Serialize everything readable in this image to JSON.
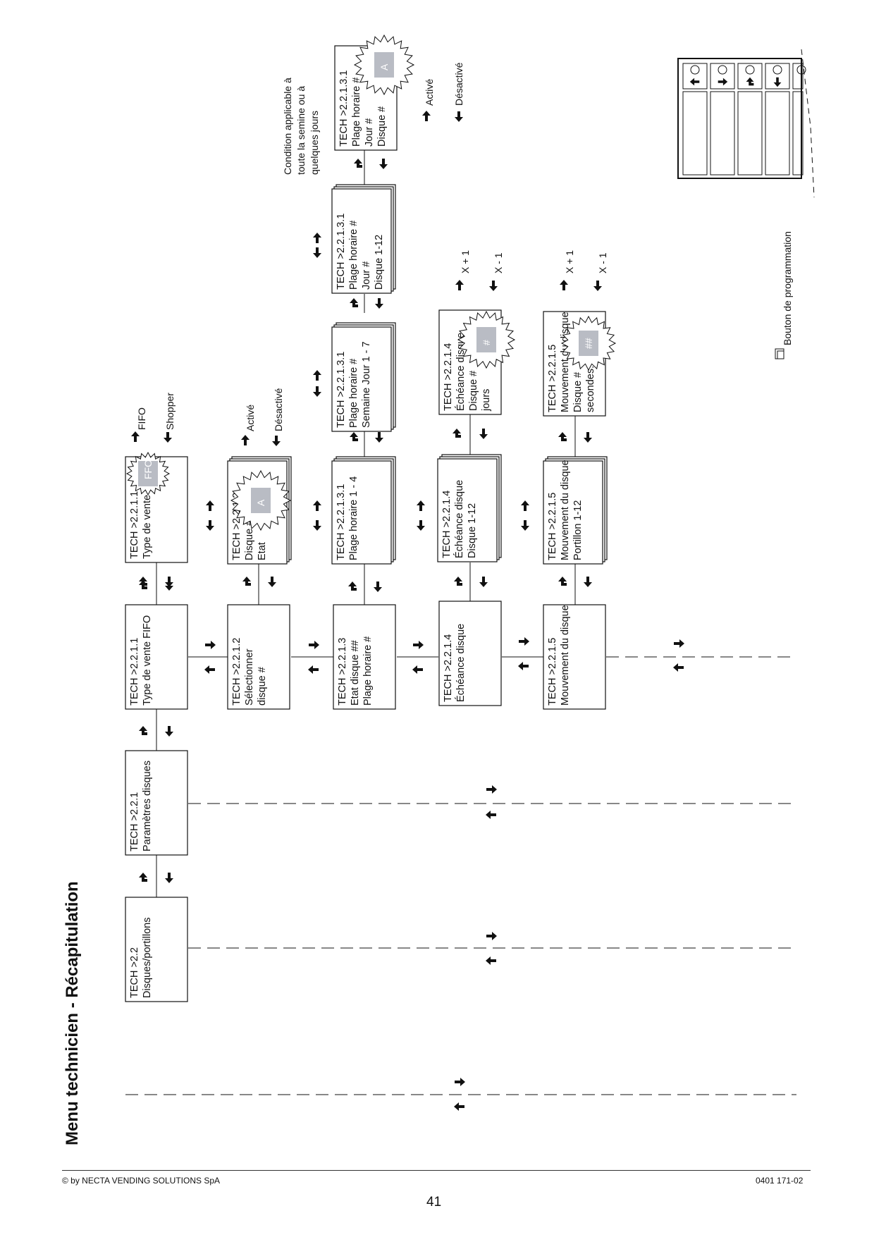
{
  "page_title": "Menu technicien - Récapitulation",
  "footer": {
    "copyright": "© by NECTA VENDING SOLUTIONS SpA",
    "page_number": "41",
    "doc_ref": "0401 171-02"
  },
  "boxes": {
    "b22": [
      "TECH >2.2",
      "Disques/portillons"
    ],
    "b221": [
      "TECH >2.2.1",
      "Paramètres disques"
    ],
    "b2211": [
      "TECH >2.2.1.1",
      "Type de vente FIFO"
    ],
    "b2211e": [
      "TECH >2.2.1.1",
      "Type de vente"
    ],
    "b2212": [
      "TECH >2.2.1.2",
      "Sélectionner",
      "disque #"
    ],
    "b2212e": [
      "TECH >2.2.1.2",
      "Disque #",
      "Etat"
    ],
    "b2213": [
      "TECH >2.2.1.3",
      "Etat disque ##",
      "Plage horaire #"
    ],
    "b22131a": [
      "TECH >2.2.1.3.1",
      "Plage horaire 1 - 4"
    ],
    "b22131b": [
      "TECH >2.2.1.3.1",
      "Plage horaire #",
      "Semaine Jour 1 - 7"
    ],
    "b22131c": [
      "TECH >2.2.1.3.1",
      "Plage horaire #",
      "Jour #",
      "Disque 1-12"
    ],
    "b22131d": [
      "TECH >2.2.1.3.1",
      "Plage horaire #",
      "Jour #",
      "Disque #"
    ],
    "b2214": [
      "TECH >2.2.1.4",
      "Échéance disque"
    ],
    "b2214a": [
      "TECH >2.2.1.4",
      "Échéance disque",
      "Disque 1-12"
    ],
    "b2214b": [
      "TECH >2.2.1.4",
      "Échéance disque",
      "Disque #",
      "jours"
    ],
    "b2215": [
      "TECH >2.2.1.5",
      "Mouvement du disque"
    ],
    "b2215a": [
      "TECH >2.2.1.5",
      "Mouvement du disque",
      "Portillon 1-12"
    ],
    "b2215b": [
      "TECH >2.2.1.5",
      "Mouvement du disque",
      "Disque #",
      "secondes:"
    ]
  },
  "bursts": {
    "fifo": "FFO",
    "state": "A",
    "slot": "A",
    "days": "#",
    "secs": "##"
  },
  "labels": {
    "fifo": "FIFO",
    "shopper": "Shopper",
    "active1": "Activé",
    "inactive1": "Désactivé",
    "active2": "Activé",
    "inactive2": "Désactivé",
    "xplus1": "X + 1",
    "xminus1": "X - 1",
    "xplus2": "X + 1",
    "xminus2": "X - 1",
    "condition": [
      "Condition applicable à",
      "toute la semine ou à",
      "quelques jours"
    ],
    "programming_button": "Bouton de programmation"
  }
}
